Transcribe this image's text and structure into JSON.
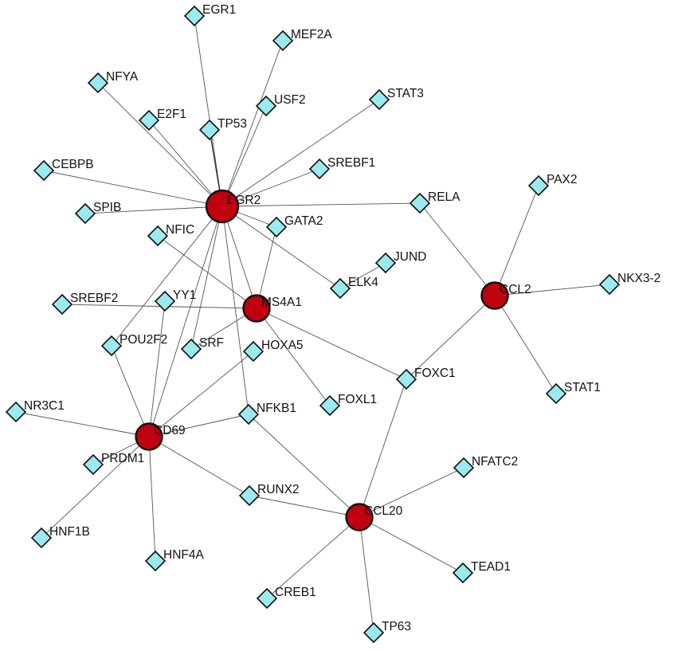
{
  "nodes": [
    {
      "id": "EGR2",
      "type": "hub",
      "label": "EGR2"
    },
    {
      "id": "MS4A1",
      "type": "hub",
      "label": "MS4A1"
    },
    {
      "id": "CD69",
      "type": "hub",
      "label": "CD69"
    },
    {
      "id": "CCL2",
      "type": "hub",
      "label": "CCL2"
    },
    {
      "id": "CCL20",
      "type": "hub",
      "label": "CCL20"
    },
    {
      "id": "EGR1",
      "type": "tf",
      "label": "EGR1"
    },
    {
      "id": "MEF2A",
      "type": "tf",
      "label": "MEF2A"
    },
    {
      "id": "NFYA",
      "type": "tf",
      "label": "NFYA"
    },
    {
      "id": "STAT3",
      "type": "tf",
      "label": "STAT3"
    },
    {
      "id": "USF2",
      "type": "tf",
      "label": "USF2"
    },
    {
      "id": "E2F1",
      "type": "tf",
      "label": "E2F1"
    },
    {
      "id": "TP53",
      "type": "tf",
      "label": "TP53"
    },
    {
      "id": "CEBPB",
      "type": "tf",
      "label": "CEBPB"
    },
    {
      "id": "SREBF1",
      "type": "tf",
      "label": "SREBF1"
    },
    {
      "id": "PAX2",
      "type": "tf",
      "label": "PAX2"
    },
    {
      "id": "RELA",
      "type": "tf",
      "label": "RELA"
    },
    {
      "id": "SPIB",
      "type": "tf",
      "label": "SPIB"
    },
    {
      "id": "GATA2",
      "type": "tf",
      "label": "GATA2"
    },
    {
      "id": "NFIC",
      "type": "tf",
      "label": "NFIC"
    },
    {
      "id": "JUND",
      "type": "tf",
      "label": "JUND"
    },
    {
      "id": "NKX3-2",
      "type": "tf",
      "label": "NKX3-2"
    },
    {
      "id": "ELK4",
      "type": "tf",
      "label": "ELK4"
    },
    {
      "id": "SREBF2",
      "type": "tf",
      "label": "SREBF2"
    },
    {
      "id": "YY1",
      "type": "tf",
      "label": "YY1"
    },
    {
      "id": "POU2F2",
      "type": "tf",
      "label": "POU2F2"
    },
    {
      "id": "SRF",
      "type": "tf",
      "label": "SRF"
    },
    {
      "id": "HOXA5",
      "type": "tf",
      "label": "HOXA5"
    },
    {
      "id": "FOXC1",
      "type": "tf",
      "label": "FOXC1"
    },
    {
      "id": "STAT1",
      "type": "tf",
      "label": "STAT1"
    },
    {
      "id": "NR3C1",
      "type": "tf",
      "label": "NR3C1"
    },
    {
      "id": "FOXL1",
      "type": "tf",
      "label": "FOXL1"
    },
    {
      "id": "NFKB1",
      "type": "tf",
      "label": "NFKB1"
    },
    {
      "id": "PRDM1",
      "type": "tf",
      "label": "PRDM1"
    },
    {
      "id": "NFATC2",
      "type": "tf",
      "label": "NFATC2"
    },
    {
      "id": "RUNX2",
      "type": "tf",
      "label": "RUNX2"
    },
    {
      "id": "HNF1B",
      "type": "tf",
      "label": "HNF1B"
    },
    {
      "id": "HNF4A",
      "type": "tf",
      "label": "HNF4A"
    },
    {
      "id": "TEAD1",
      "type": "tf",
      "label": "TEAD1"
    },
    {
      "id": "CREB1",
      "type": "tf",
      "label": "CREB1"
    },
    {
      "id": "TP63",
      "type": "tf",
      "label": "TP63"
    }
  ],
  "edges": [
    [
      "EGR2",
      "EGR1"
    ],
    [
      "EGR2",
      "MEF2A"
    ],
    [
      "EGR2",
      "NFYA"
    ],
    [
      "EGR2",
      "STAT3"
    ],
    [
      "EGR2",
      "USF2"
    ],
    [
      "EGR2",
      "E2F1"
    ],
    [
      "EGR2",
      "TP53"
    ],
    [
      "EGR2",
      "CEBPB"
    ],
    [
      "EGR2",
      "SREBF1"
    ],
    [
      "EGR2",
      "RELA"
    ],
    [
      "EGR2",
      "SPIB"
    ],
    [
      "EGR2",
      "GATA2"
    ],
    [
      "EGR2",
      "ELK4"
    ],
    [
      "EGR2",
      "MS4A1"
    ],
    [
      "EGR2",
      "POU2F2"
    ],
    [
      "EGR2",
      "SRF"
    ],
    [
      "EGR2",
      "NFKB1"
    ],
    [
      "EGR2",
      "CD69"
    ],
    [
      "MS4A1",
      "NFIC"
    ],
    [
      "MS4A1",
      "GATA2"
    ],
    [
      "MS4A1",
      "SREBF2"
    ],
    [
      "MS4A1",
      "SRF"
    ],
    [
      "MS4A1",
      "FOXC1"
    ],
    [
      "MS4A1",
      "FOXL1"
    ],
    [
      "ELK4",
      "JUND"
    ],
    [
      "CCL2",
      "RELA"
    ],
    [
      "CCL2",
      "PAX2"
    ],
    [
      "CCL2",
      "NKX3-2"
    ],
    [
      "CCL2",
      "STAT1"
    ],
    [
      "CCL2",
      "FOXC1"
    ],
    [
      "CD69",
      "NR3C1"
    ],
    [
      "CD69",
      "POU2F2"
    ],
    [
      "CD69",
      "YY1"
    ],
    [
      "CD69",
      "HOXA5"
    ],
    [
      "CD69",
      "NFKB1"
    ],
    [
      "CD69",
      "PRDM1"
    ],
    [
      "CD69",
      "HNF1B"
    ],
    [
      "CD69",
      "HNF4A"
    ],
    [
      "CD69",
      "RUNX2"
    ],
    [
      "CCL20",
      "FOXC1"
    ],
    [
      "CCL20",
      "NFKB1"
    ],
    [
      "CCL20",
      "RUNX2"
    ],
    [
      "CCL20",
      "NFATC2"
    ],
    [
      "CCL20",
      "TEAD1"
    ],
    [
      "CCL20",
      "CREB1"
    ],
    [
      "CCL20",
      "TP63"
    ]
  ]
}
